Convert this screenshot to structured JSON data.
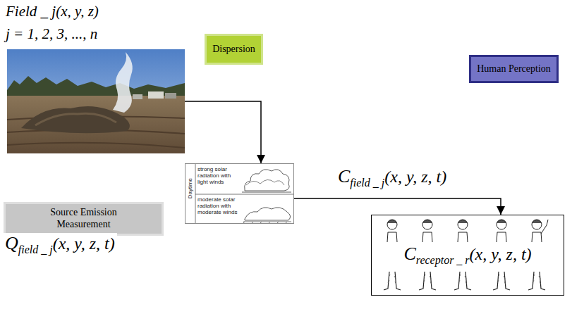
{
  "diagram": {
    "nodes": [
      {
        "text": [
          "Field _ j(x, y, z)",
          "j = 1, 2, 3, ..., n"
        ]
      },
      {
        "text": [
          "Daytime",
          "strong solar radiation with light winds",
          "moderate solar radiation with moderate winds"
        ]
      },
      {
        "text": [
          "Dispersion"
        ]
      },
      {
        "text": [
          "Human Perception"
        ]
      },
      {
        "text": [
          "Source Emission Measurement"
        ]
      },
      {
        "text": [
          "C",
          "receptor _ r",
          "(x, y, z, t)"
        ]
      }
    ],
    "edges": [
      {
        "from": 0,
        "to": 1,
        "arrow": "to"
      },
      {
        "from": 1,
        "to": 5,
        "arrow": "to"
      }
    ],
    "labels": [
      "C",
      "field _ j",
      "(x, y, z, t)",
      "Q",
      "field _ j",
      "(x, y, z, t)"
    ]
  }
}
